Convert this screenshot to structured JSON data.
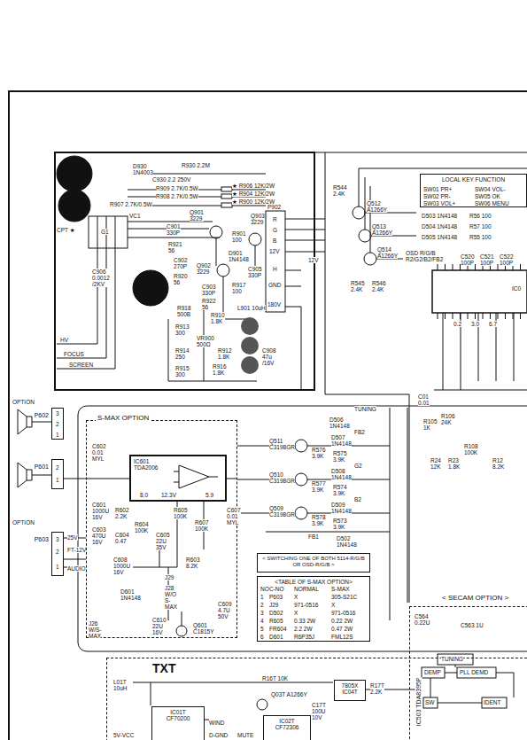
{
  "diagram": {
    "nodes": [
      {
        "text": [
          "LOCAL KEY FUNCTION"
        ]
      },
      {
        "text": [
          "P602"
        ]
      },
      {
        "text": [
          "S-MAX OPTION"
        ]
      },
      {
        "text": [
          "IC601 TDA2006"
        ],
        "in": 2
      },
      {
        "text": [
          "P601"
        ]
      },
      {
        "text": [
          "P603"
        ]
      },
      {
        "text": [
          "< SWITCHING ONE OF BOTH 5114-R/G/B OR OSD-R/G/B >"
        ]
      },
      {
        "text": [
          "<TABLE OF S-MAX OPTION>"
        ]
      },
      {
        "text": [
          "< SECAM OPTION >"
        ]
      },
      {
        "text": [
          "TXT"
        ]
      },
      {
        "text": [
          "IC01T",
          "CF70200"
        ],
        "in": 9
      },
      {
        "text": [
          "IC02T",
          "CF72306"
        ],
        "in": 9
      },
      {
        "text": [
          "7805X",
          "IC04T"
        ],
        "in": 9
      }
    ],
    "edges": [
      {
        "from": 3,
        "to": 4,
        "arrow": "none"
      },
      {
        "from": 5,
        "to": 2,
        "arrow": "none"
      }
    ],
    "labels": [
      "R930 2.2M",
      "D930 1N4003",
      "C930 2.2 250V",
      "R909 2.7K/0.5W",
      "R908 2.7K/0.5W",
      "R907 2.7K/0.5W",
      "★ R906 12K/2W",
      "★ R904 12K/2W",
      "★ R900 12K/2W",
      "CPT ★",
      "G1",
      "VC1",
      "Q901 3229",
      "Q903 3229",
      "C901 330P",
      "R921 56",
      "Q902 3229",
      "C902 270P",
      "R920 56",
      "C903 330P",
      "R922 56",
      "R901 100",
      "D901 1N4148",
      "C905 330P",
      "R917 100",
      "L901 10uH",
      "C906 0.0012 /2KV",
      "R918 500B",
      "R910 1.8K",
      "R913 300",
      "VR900 500Ω",
      "R912 1.8K",
      "R914 250",
      "R916 1.8K",
      "R915 300",
      "C908 47u /16V",
      "HV",
      "FOCUS",
      "SCREEN",
      "P902",
      "R",
      "G",
      "B",
      "12V",
      "H",
      "GND",
      "180V",
      "12V",
      "R544 2.4K",
      "Q512 A1266Y",
      "Q513 A1266Y",
      "Q514 A1266Y",
      "R545 2.4K",
      "R546 2.4K",
      "OSD R/G/B R2/G2/B2/FB2",
      "D503 1N4148",
      "D504 1N4148",
      "D505 1N4148",
      "R56 100",
      "R57 100",
      "R55 100",
      "C520 100P",
      "C521 100P",
      "C522 100P",
      "IC0",
      "0.2",
      "3.0",
      "6.7",
      "C01 0.01",
      "R105 1K",
      "R106 24K",
      "R108 100K",
      "R24 12K",
      "R23 1.8K",
      "R12 8.2K",
      "TUNING",
      "D506 1N4148",
      "FB2",
      "Q511 C3198GR",
      "R576 3.9K",
      "D507 1N4148",
      "R575 3.9K",
      "G2",
      "Q510 C3198GR",
      "R577 3.9K",
      "D508 1N4148",
      "R574 3.9K",
      "B2",
      "Q509 C3198GR",
      "R578 3.9K",
      "D509 1N4148",
      "R573 3.9K",
      "FB1",
      "D502 1N4148",
      "OPTION",
      "3",
      "2",
      "1",
      "2",
      "1",
      "OPTION",
      "3",
      "2",
      "1",
      "25V",
      "FT-12V",
      "AUDIO",
      "C602 0.01 MYL",
      "C601 1000U 16V",
      "8.0",
      "12.3V",
      "5.9",
      "C603 470U 16V",
      "R602 2.2K",
      "C604 0.47",
      "R604 100K",
      "R605 100K",
      "C605 22U 35V",
      "R607 100K",
      "C607 0.01 MYL",
      "C608 1000U 16V",
      "R603 8.2K",
      "D601 1N4148",
      "J29",
      "J28 W/O S-MAX",
      "C609 4.7U 50V",
      "C610 22U 16V",
      "Q601 C1815Y",
      "J26 W/S-MAX",
      "L01T 10uH",
      "5V-VCC",
      "WIND",
      "D-GND",
      "MUTE",
      "R16T 10K",
      "Q03T A1266Y",
      "C17T 100U 10V",
      "R17T 2.2K",
      "C564 0.22U",
      "C563 1U",
      "TUNING",
      "DEMP",
      "PLL DEMD",
      "SW",
      "IDENT",
      "IC503 TDA8395P",
      "NO",
      "C-NO",
      "NORMAL",
      "S-MAX",
      "1",
      "P603",
      "X",
      "305-S21C",
      "2",
      "J29",
      "971-0516",
      "X",
      "3",
      "D502",
      "X",
      "971-0516",
      "4",
      "R605",
      "0.33 2W",
      "0.22 2W",
      "5",
      "FR604",
      "2.2 2W",
      "0.47 2W",
      "6",
      "D601",
      "R6P35J",
      "FML12S",
      "SW01 PR+",
      "SW04 VOL-",
      "SW02 PR-",
      "SW05 OK",
      "SW03 VOL+",
      "SW06 MENU"
    ]
  }
}
